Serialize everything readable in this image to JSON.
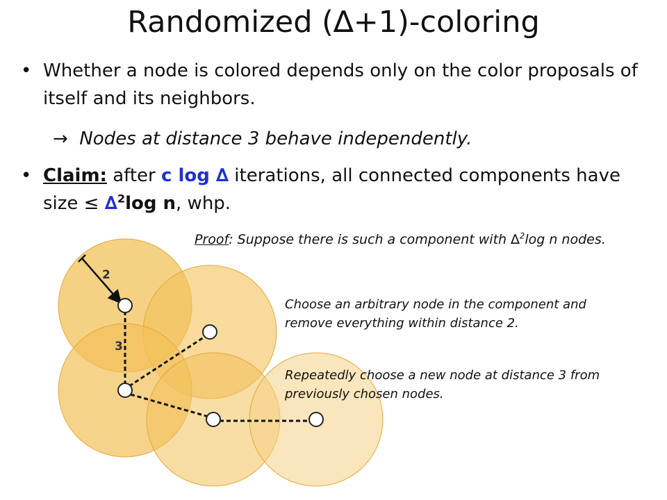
{
  "title": {
    "text_before": "Randomized (",
    "delta": "∆",
    "text_after": "+1)-coloring"
  },
  "bullets": {
    "bullet_char": "•",
    "b1": {
      "text": "Whether a node is colored depends only on the color proposals of itself and its neighbors."
    },
    "implication": {
      "arrow": "→",
      "text": "Nodes at distance 3 behave independently."
    },
    "b2": {
      "claim_label": "Claim:",
      "t1": " after ",
      "iterations": "c log ∆",
      "t2": " iterations, all connected components have size ≤ ",
      "size_delta": "∆",
      "size_exp": "2",
      "size_rest": "log n",
      "t3": ", whp."
    }
  },
  "proof": {
    "label": "Proof",
    "text_before": ": Suppose there is such a component with ",
    "delta": "∆",
    "exp": "2",
    "text_after": "log n nodes."
  },
  "notes": {
    "n1": "Choose an arbitrary node in the component and remove everything within distance 2.",
    "n2": "Repeatedly choose a new node at distance 3 from previously chosen nodes."
  },
  "diagram": {
    "label_radius": "2",
    "label_distance": "3",
    "circle_fill": "#F2C15A",
    "circle_stroke": "#E6A93A"
  }
}
